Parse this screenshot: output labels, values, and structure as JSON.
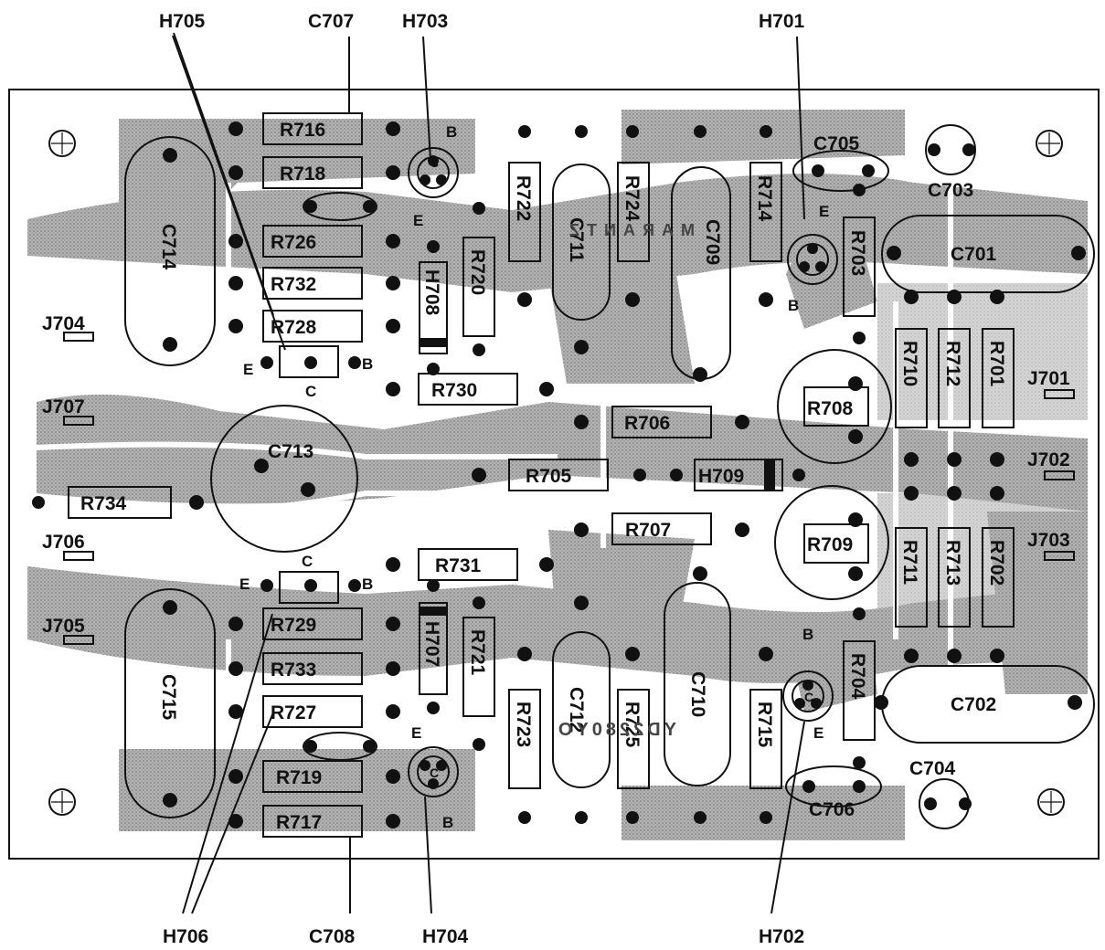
{
  "callouts": {
    "top": [
      "H705",
      "C707",
      "H703",
      "H701"
    ],
    "bottom": [
      "H706",
      "C708",
      "H704",
      "H702"
    ]
  },
  "capacitors": [
    "C714",
    "C715",
    "C713",
    "C711",
    "C709",
    "C712",
    "C710",
    "C701",
    "C702",
    "C703",
    "C704",
    "C705",
    "C706"
  ],
  "resistors_h": [
    "R716",
    "R718",
    "R726",
    "R732",
    "R728",
    "R730",
    "R734",
    "R731",
    "R729",
    "R733",
    "R727",
    "R719",
    "R717",
    "R706",
    "R705",
    "R707",
    "R708",
    "R709"
  ],
  "resistors_v": [
    "R722",
    "R724",
    "R714",
    "R703",
    "R720",
    "R710",
    "R712",
    "R701",
    "R711",
    "R713",
    "R702",
    "R721",
    "R723",
    "R725",
    "R715",
    "R704"
  ],
  "diodes": [
    "H708",
    "H707",
    "H709"
  ],
  "jacks": [
    "J704",
    "J707",
    "J706",
    "J705",
    "J701",
    "J702",
    "J703"
  ],
  "pins": {
    "e": "E",
    "b": "B",
    "c": "C"
  },
  "silkscreen": [
    "MARANTZ",
    "YD2280YO"
  ],
  "colors": {
    "copper": "#9a9a9a",
    "board": "#ffffff",
    "ink": "#111111"
  }
}
